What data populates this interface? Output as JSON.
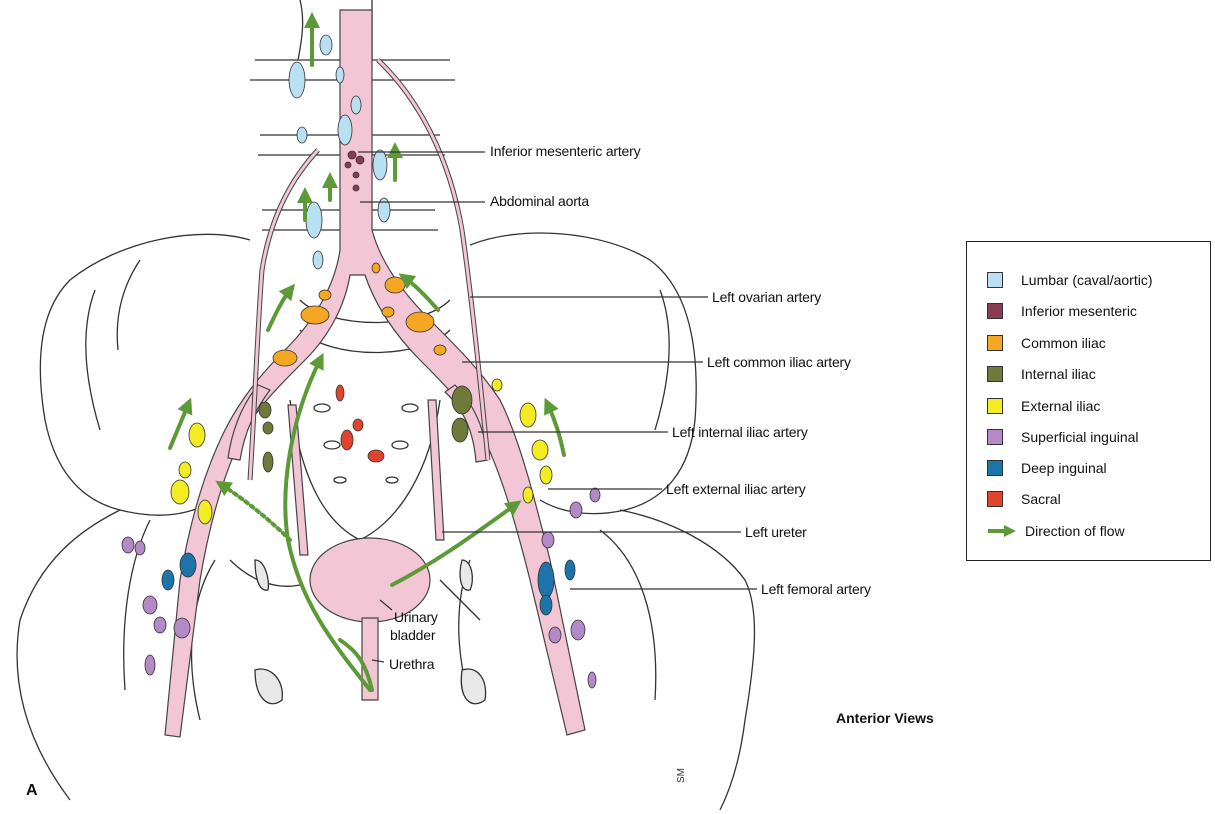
{
  "labels": {
    "inferior_mesenteric_artery": "Inferior mesenteric artery",
    "abdominal_aorta": "Abdominal aorta",
    "left_ovarian_artery": "Left ovarian artery",
    "left_common_iliac_artery": "Left common iliac artery",
    "left_internal_iliac_artery": "Left internal iliac artery",
    "left_external_iliac_artery": "Left external iliac artery",
    "left_ureter": "Left ureter",
    "left_femoral_artery": "Left femoral artery",
    "urinary_bladder_1": "Urinary",
    "urinary_bladder_2": "bladder",
    "urethra": "Urethra"
  },
  "legend": {
    "items": [
      {
        "label": "Lumbar (caval/aortic)",
        "color": "#b9e0f2"
      },
      {
        "label": "Inferior mesenteric",
        "color": "#8a3d52"
      },
      {
        "label": "Common iliac",
        "color": "#f5a623"
      },
      {
        "label": "Internal iliac",
        "color": "#6e7a3a"
      },
      {
        "label": "External iliac",
        "color": "#f4ec22"
      },
      {
        "label": "Superficial inguinal",
        "color": "#b48ac6"
      },
      {
        "label": "Deep inguinal",
        "color": "#1d74a8"
      },
      {
        "label": "Sacral",
        "color": "#e0452b"
      }
    ],
    "flow_label": "Direction of flow",
    "flow_color": "#5c9a37"
  },
  "caption": "Anterior Views",
  "panel_letter": "A",
  "signature": "SM"
}
